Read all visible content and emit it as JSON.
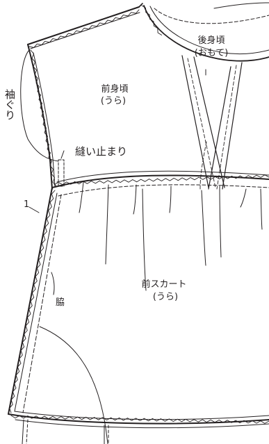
{
  "labels": {
    "back_bodice": "後身頃",
    "back_bodice_side": "(おもて)",
    "front_bodice": "前身頃",
    "front_bodice_side": "(うら)",
    "armhole": "袖ぐり",
    "stitch_stop": "縫い止まり",
    "seam_number": "1",
    "side_seam": "脇",
    "front_skirt": "前スカート",
    "front_skirt_side": "(うら)"
  },
  "colors": {
    "line": "#231f20",
    "background": "#ffffff"
  }
}
